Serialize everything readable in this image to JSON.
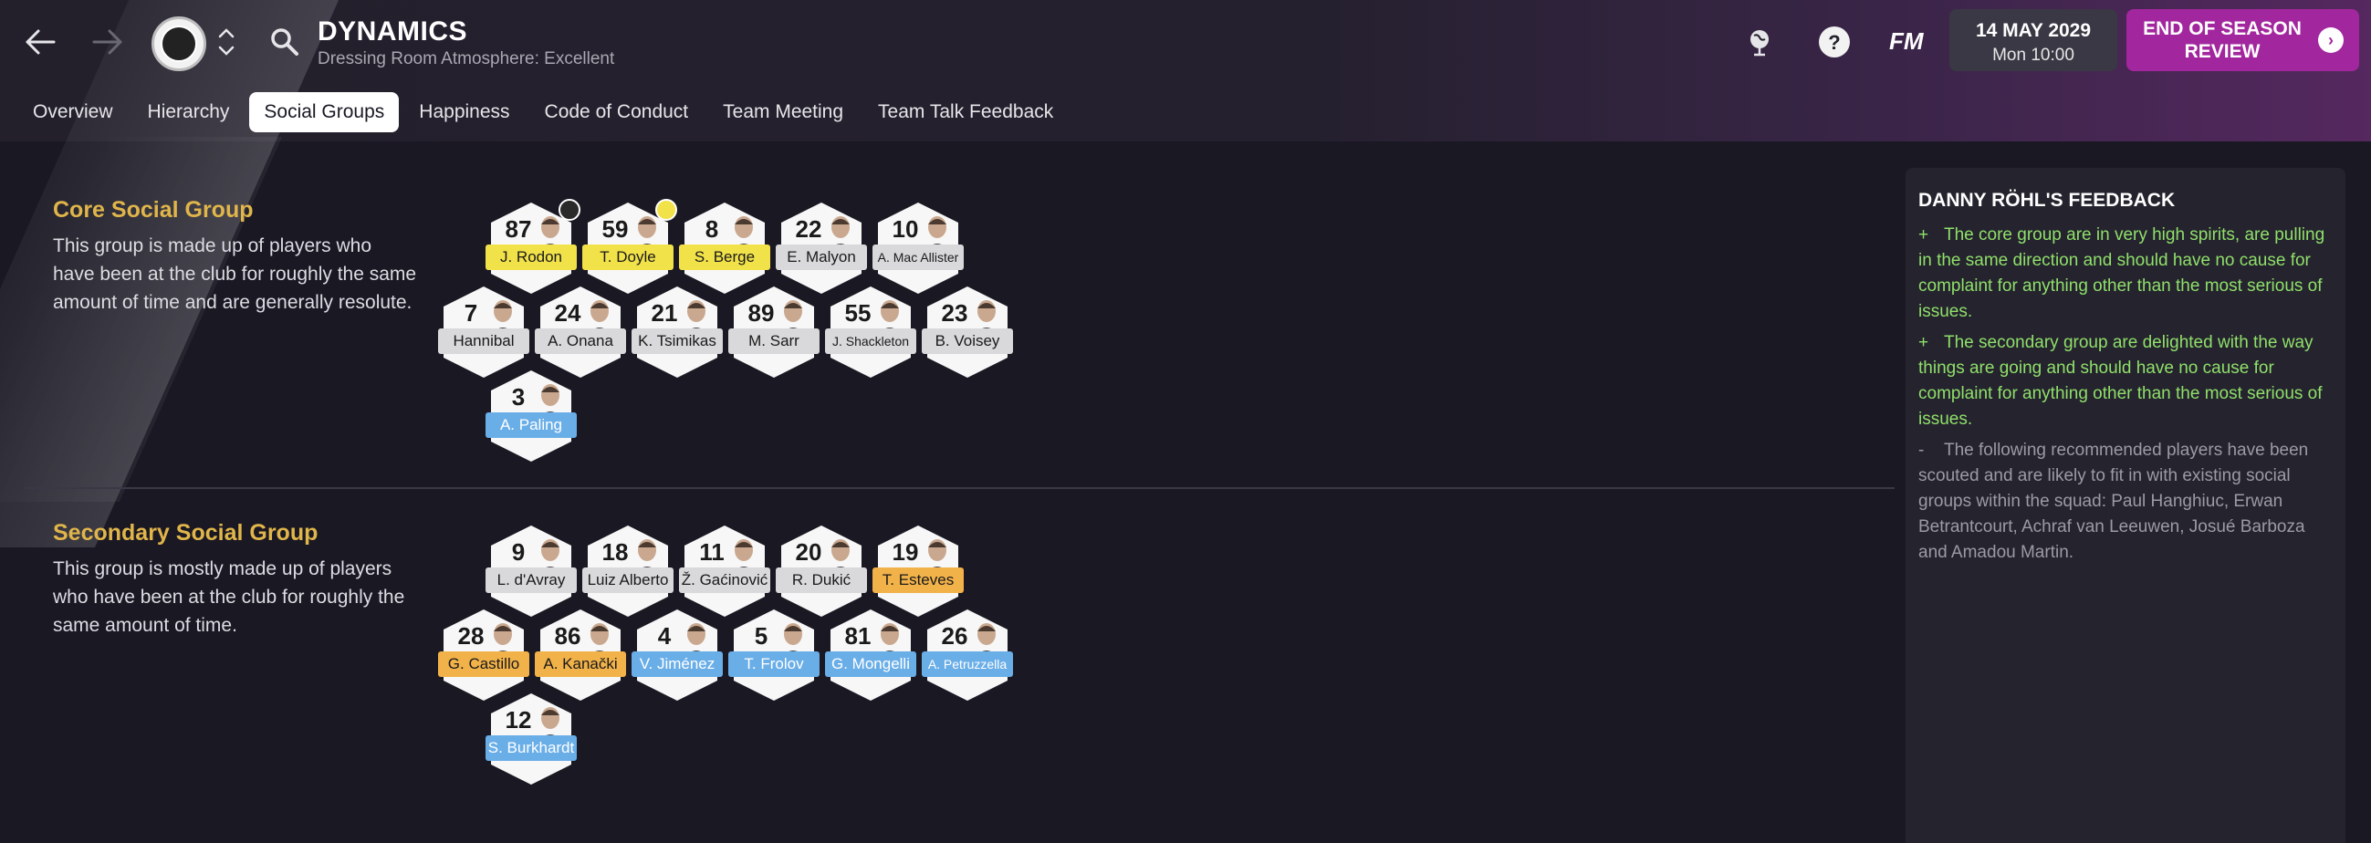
{
  "header": {
    "title": "DYNAMICS",
    "subtitle": "Dressing Room Atmosphere: Excellent",
    "fm_logo": "FM",
    "date": "14 MAY 2029",
    "time": "Mon 10:00",
    "end_of_season_label": "END OF SEASON REVIEW"
  },
  "tabs": [
    {
      "label": "Overview",
      "active": false
    },
    {
      "label": "Hierarchy",
      "active": false
    },
    {
      "label": "Social Groups",
      "active": true
    },
    {
      "label": "Happiness",
      "active": false
    },
    {
      "label": "Code of Conduct",
      "active": false
    },
    {
      "label": "Team Meeting",
      "active": false
    },
    {
      "label": "Team Talk Feedback",
      "active": false
    }
  ],
  "core_group": {
    "title": "Core Social Group",
    "description": "This group is made up of players who have been at the club for roughly the same amount of time and are generally resolute.",
    "players": [
      {
        "num": "87",
        "name": "J. Rodon",
        "color": "yellow",
        "badge": "dark"
      },
      {
        "num": "59",
        "name": "T. Doyle",
        "color": "yellow",
        "badge": "yellow"
      },
      {
        "num": "8",
        "name": "S. Berge",
        "color": "yellow"
      },
      {
        "num": "22",
        "name": "E. Malyon",
        "color": "grey"
      },
      {
        "num": "10",
        "name": "A. Mac Allister",
        "color": "grey",
        "small": true
      },
      {
        "num": "7",
        "name": "Hannibal",
        "color": "grey"
      },
      {
        "num": "24",
        "name": "A. Onana",
        "color": "grey"
      },
      {
        "num": "21",
        "name": "K. Tsimikas",
        "color": "grey"
      },
      {
        "num": "89",
        "name": "M. Sarr",
        "color": "grey"
      },
      {
        "num": "55",
        "name": "J. Shackleton",
        "color": "grey",
        "small": true
      },
      {
        "num": "23",
        "name": "B. Voisey",
        "color": "grey"
      },
      {
        "num": "3",
        "name": "A. Paling",
        "color": "blue"
      }
    ]
  },
  "secondary_group": {
    "title": "Secondary Social Group",
    "description": "This group is mostly made up of players who have been at the club for roughly the same amount of time.",
    "players": [
      {
        "num": "9",
        "name": "L. d'Avray",
        "color": "grey"
      },
      {
        "num": "18",
        "name": "Luiz Alberto",
        "color": "grey"
      },
      {
        "num": "11",
        "name": "Ž. Gaćinović",
        "color": "grey"
      },
      {
        "num": "20",
        "name": "R. Dukić",
        "color": "grey"
      },
      {
        "num": "19",
        "name": "T. Esteves",
        "color": "orange"
      },
      {
        "num": "28",
        "name": "G. Castillo",
        "color": "orange"
      },
      {
        "num": "86",
        "name": "A. Kanački",
        "color": "orange"
      },
      {
        "num": "4",
        "name": "V. Jiménez",
        "color": "blue"
      },
      {
        "num": "5",
        "name": "T. Frolov",
        "color": "blue"
      },
      {
        "num": "81",
        "name": "G. Mongelli",
        "color": "blue"
      },
      {
        "num": "26",
        "name": "A. Petruzzella",
        "color": "blue",
        "small": true
      },
      {
        "num": "12",
        "name": "S. Burkhardt",
        "color": "blue"
      }
    ]
  },
  "feedback": {
    "title": "DANNY RÖHL'S FEEDBACK",
    "items": [
      {
        "marker": "+",
        "text": "The core group are in very high spirits, are pulling in the same direction and should have no cause for complaint for anything other than the most serious of issues.",
        "tone": "positive"
      },
      {
        "marker": "+",
        "text": "The secondary group are delighted with the way things are going and should have no cause for complaint for anything other than the most serious of issues.",
        "tone": "positive"
      },
      {
        "marker": "-",
        "text": "The following recommended players have been scouted and are likely to fit in with existing social groups within the squad: Paul Hanghiuc, Erwan Betrantcourt, Achraf van Leeuwen, Josué Barboza and Amadou Martin.",
        "tone": "neutral"
      }
    ]
  },
  "colors": {
    "accent_gold": "#e0b54a",
    "button_purple": "#a2279e",
    "positive_green": "#8fe06a",
    "name_yellow": "#f2e24a",
    "name_orange": "#f2b24a",
    "name_blue": "#6aaee8",
    "name_grey": "#d9d9dc"
  },
  "icons": [
    "back-arrow-icon",
    "forward-arrow-icon",
    "club-badge",
    "up-down-chevron-icon",
    "search-icon",
    "globe-icon",
    "help-icon"
  ]
}
